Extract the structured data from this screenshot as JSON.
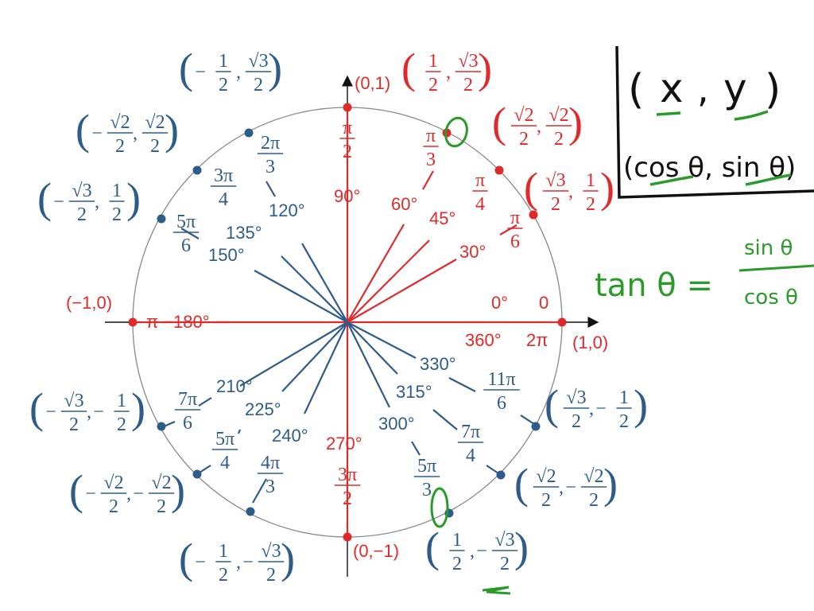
{
  "colors": {
    "red": "#e02a2a",
    "blue": "#2d5b8a",
    "green": "#2a9a2a",
    "black": "#111111",
    "circle": "#888888"
  },
  "axis_labels": {
    "deg_0": "0°",
    "rad_0": "0",
    "deg_360": "360°",
    "rad_360": "2π",
    "deg_90": "90°",
    "deg_180": "180°",
    "rad_180": "π",
    "deg_270": "270°"
  },
  "axis_points": {
    "p0": "(1,0)",
    "p90": "(0,1)",
    "p180": "(−1,0)",
    "p270": "(0,−1)"
  },
  "degrees": {
    "d30": "30°",
    "d45": "45°",
    "d60": "60°",
    "d120": "120°",
    "d135": "135°",
    "d150": "150°",
    "d210": "210°",
    "d225": "225°",
    "d240": "240°",
    "d300": "300°",
    "d315": "315°",
    "d330": "330°"
  },
  "radians": {
    "r30": {
      "num": "π",
      "den": "6"
    },
    "r45": {
      "num": "π",
      "den": "4"
    },
    "r60": {
      "num": "π",
      "den": "3"
    },
    "r90": {
      "num": "π",
      "den": "2"
    },
    "r120": {
      "num": "2π",
      "den": "3"
    },
    "r135": {
      "num": "3π",
      "den": "4"
    },
    "r150": {
      "num": "5π",
      "den": "6"
    },
    "r210": {
      "num": "7π",
      "den": "6"
    },
    "r225": {
      "num": "5π",
      "den": "4"
    },
    "r240": {
      "num": "4π",
      "den": "3"
    },
    "r270": {
      "num": "3π",
      "den": "2"
    },
    "r300": {
      "num": "5π",
      "den": "3"
    },
    "r315": {
      "num": "7π",
      "den": "4"
    },
    "r330": {
      "num": "11π",
      "den": "6"
    }
  },
  "coords": {
    "c30": {
      "xs": "",
      "xn": "√3",
      "xd": "2",
      "ys": "",
      "yn": "1",
      "yd": "2"
    },
    "c45": {
      "xs": "",
      "xn": "√2",
      "xd": "2",
      "ys": "",
      "yn": "√2",
      "yd": "2"
    },
    "c60": {
      "xs": "",
      "xn": "1",
      "xd": "2",
      "ys": "",
      "yn": "√3",
      "yd": "2"
    },
    "c120": {
      "xs": "−",
      "xn": "1",
      "xd": "2",
      "ys": "",
      "yn": "√3",
      "yd": "2"
    },
    "c135": {
      "xs": "−",
      "xn": "√2",
      "xd": "2",
      "ys": "",
      "yn": "√2",
      "yd": "2"
    },
    "c150": {
      "xs": "−",
      "xn": "√3",
      "xd": "2",
      "ys": "",
      "yn": "1",
      "yd": "2"
    },
    "c210": {
      "xs": "−",
      "xn": "√3",
      "xd": "2",
      "ys": "−",
      "yn": "1",
      "yd": "2"
    },
    "c225": {
      "xs": "−",
      "xn": "√2",
      "xd": "2",
      "ys": "−",
      "yn": "√2",
      "yd": "2"
    },
    "c240": {
      "xs": "−",
      "xn": "1",
      "xd": "2",
      "ys": "−",
      "yn": "√3",
      "yd": "2"
    },
    "c300": {
      "xs": "",
      "xn": "1",
      "xd": "2",
      "ys": "−",
      "yn": "√3",
      "yd": "2"
    },
    "c315": {
      "xs": "",
      "xn": "√2",
      "xd": "2",
      "ys": "−",
      "yn": "√2",
      "yd": "2"
    },
    "c330": {
      "xs": "",
      "xn": "√3",
      "xd": "2",
      "ys": "−",
      "yn": "1",
      "yd": "2"
    }
  },
  "notes": {
    "xy_x": "x",
    "xy_y": "y",
    "cos_sin": "(cos θ, sin θ)",
    "tan": "tan θ =",
    "tan_num": "sin θ",
    "tan_den": "cos θ"
  }
}
